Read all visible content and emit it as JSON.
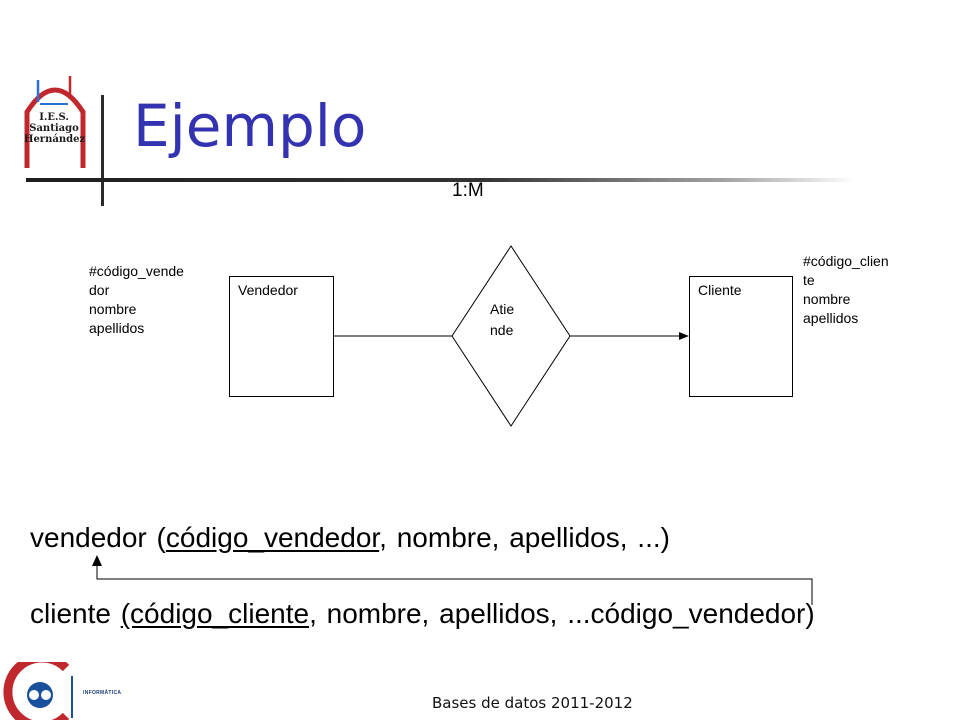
{
  "slide": {
    "title": "Ejemplo",
    "logo_lines": [
      "I.E.S.",
      "Santiago",
      "Hernández"
    ],
    "footer": "Bases de datos 2011-2012",
    "dept_logo_text": "INFORMÁTICA"
  },
  "diagram": {
    "cardinality": "1:M",
    "entity_left": {
      "name": "Vendedor",
      "attributes": [
        "#código_vende",
        "dor",
        "nombre",
        "apellidos"
      ]
    },
    "relationship": {
      "lines": [
        "Atie",
        "nde"
      ]
    },
    "entity_right": {
      "name": "Cliente",
      "attributes": [
        "#código_clien",
        "te",
        "nombre",
        "apellidos"
      ]
    }
  },
  "schema": {
    "vendedor": {
      "prefix": "vendedor (",
      "key": "código_vendedor",
      "rest": ", nombre, apellidos, ...)"
    },
    "cliente": {
      "prefix": "cliente ",
      "key": "(código_cliente",
      "rest": ", nombre, apellidos, ...código_vendedor)"
    }
  },
  "colors": {
    "title": "#3333b2",
    "logo_red": "#c0282e",
    "logo_blue": "#2c6fd6"
  }
}
